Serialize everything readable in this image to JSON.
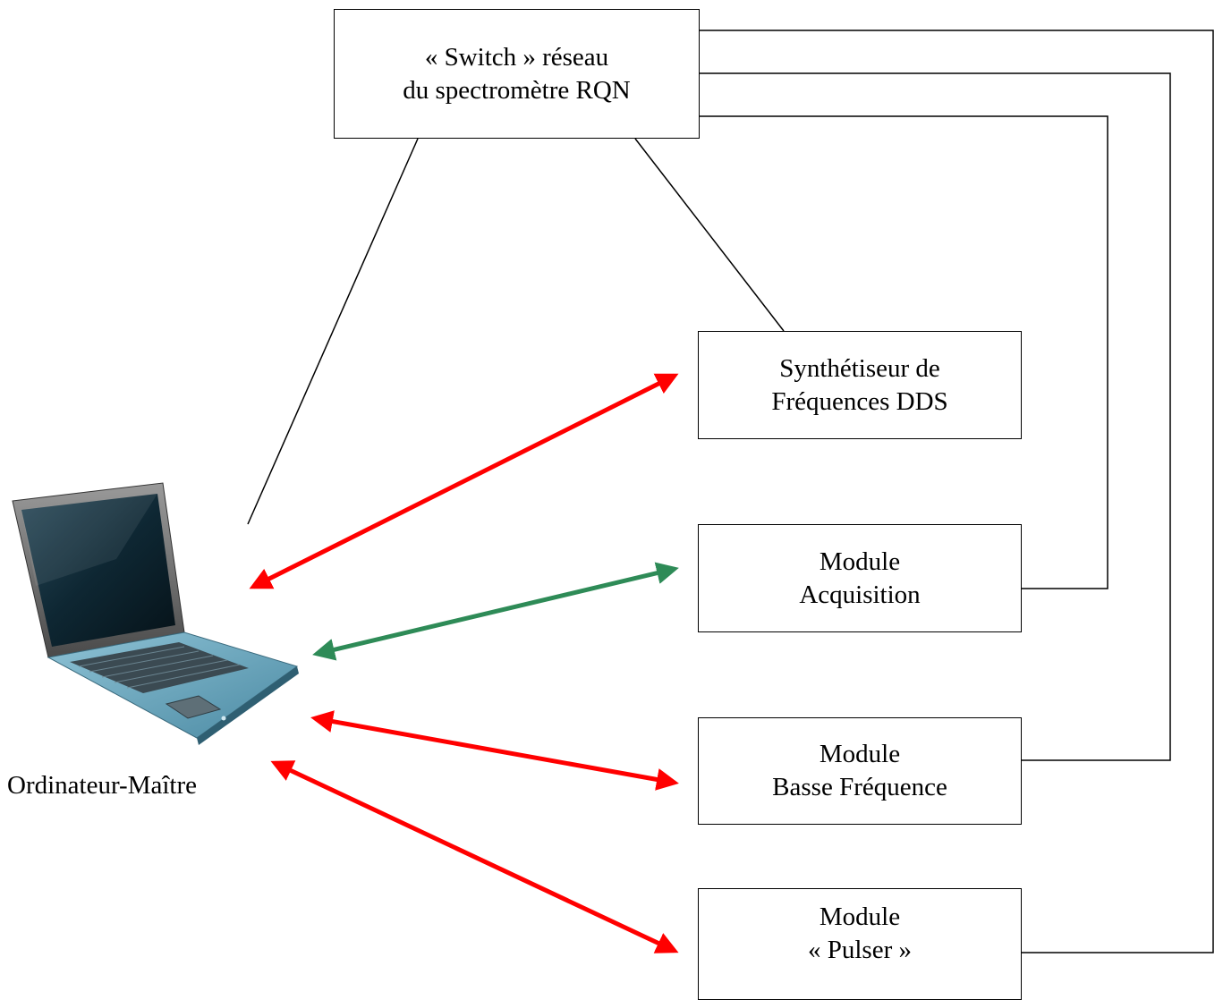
{
  "switch_box": {
    "line1": "« Switch » réseau",
    "line2": "du spectromètre RQN"
  },
  "dds_box": {
    "line1": "Synthétiseur de",
    "line2": "Fréquences DDS"
  },
  "acquisition_box": {
    "line1": "Module",
    "line2": "Acquisition"
  },
  "basse_frequence_box": {
    "line1": "Module",
    "line2": "Basse Fréquence"
  },
  "pulser_box": {
    "line1": "Module",
    "line2": "« Pulser »"
  },
  "laptop": {
    "label": "Ordinateur-Maître",
    "icon": "laptop-icon"
  },
  "colors": {
    "arrow_red": "#ff0000",
    "arrow_green": "#2e8b57",
    "line": "#000000"
  }
}
